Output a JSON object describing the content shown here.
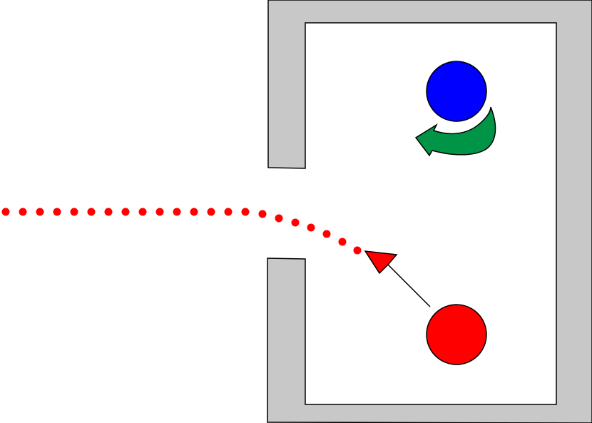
{
  "scene": {
    "colors": {
      "wall": "#c8c8c8",
      "outline": "#000000",
      "interior": "#ffffff",
      "blue_ball": "#0000ff",
      "red_ball": "#ff0000",
      "rotation_arrow": "#009447",
      "move_arrow": "#ff0000",
      "trail": "#ff0000"
    },
    "elements": [
      "room-walls",
      "room-opening",
      "blue-ball",
      "rotation-arrow",
      "red-ball",
      "movement-arrow",
      "dotted-trail"
    ],
    "icons": {
      "rotation_arrow": "curved-arrow-counterclockwise-icon",
      "movement_arrow": "straight-arrow-up-left-icon"
    }
  }
}
